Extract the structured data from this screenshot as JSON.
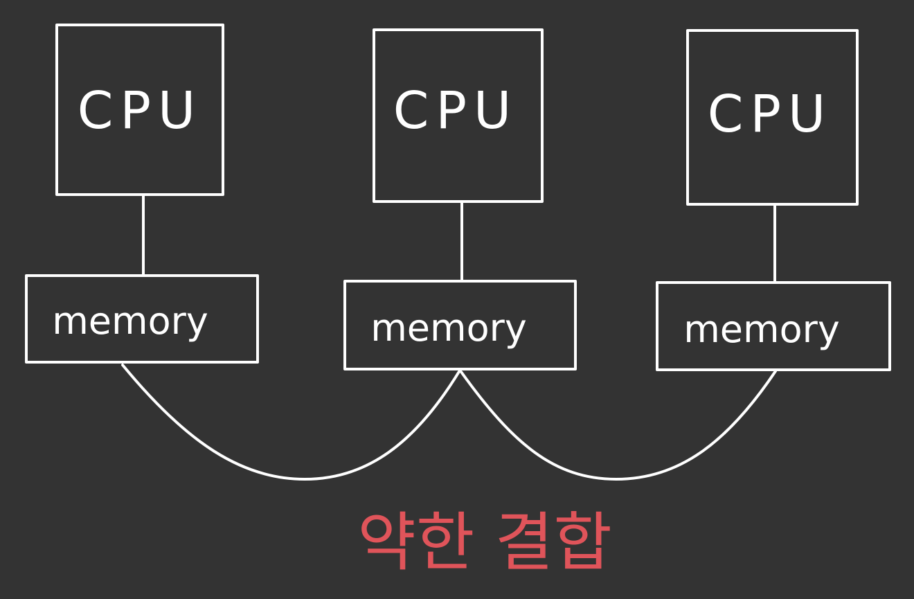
{
  "diagram": {
    "nodes": [
      {
        "cpu_label": "CPU",
        "memory_label": "memory"
      },
      {
        "cpu_label": "CPU",
        "memory_label": "memory"
      },
      {
        "cpu_label": "CPU",
        "memory_label": "memory"
      }
    ],
    "caption": "약한 결합",
    "colors": {
      "background": "#333333",
      "stroke": "#ffffff",
      "caption": "#e0545a"
    }
  }
}
